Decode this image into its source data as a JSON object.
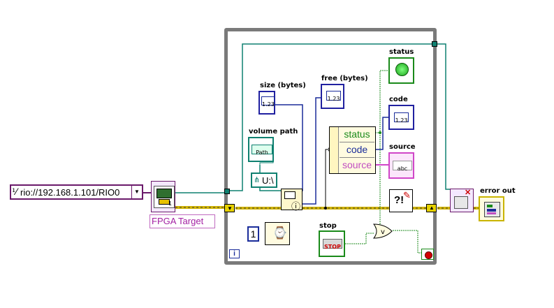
{
  "resource_control": {
    "value": "rio://192.168.1.101/RIO0",
    "prefix_icon": "visa-resource-icon"
  },
  "fpga": {
    "label": "FPGA Target"
  },
  "loop": {
    "iteration": "i"
  },
  "indicators": {
    "size_label": "size (bytes)",
    "free_label": "free (bytes)",
    "volume_label": "volume path",
    "status_label": "status",
    "code_label": "code",
    "source_label": "source",
    "stop_label": "stop",
    "error_out_label": "error out",
    "num_text": "1.23",
    "path_text": "Path",
    "abc_text": "abc",
    "stop_text": "STOP"
  },
  "constants": {
    "drive": "U:\\",
    "wait_ms": "1"
  },
  "unbundle": {
    "items": [
      "status",
      "code",
      "source"
    ]
  },
  "colors": {
    "error_wire": "#d1b400",
    "dbl_wire": "#f07800",
    "int_wire": "#1a2c9a",
    "bool_wire": "#1a8a1a",
    "string_wire": "#d046c8",
    "path_wire": "#0f8070",
    "visa_wire": "#6a1a6a",
    "loop_border": "#7a7a7a"
  }
}
